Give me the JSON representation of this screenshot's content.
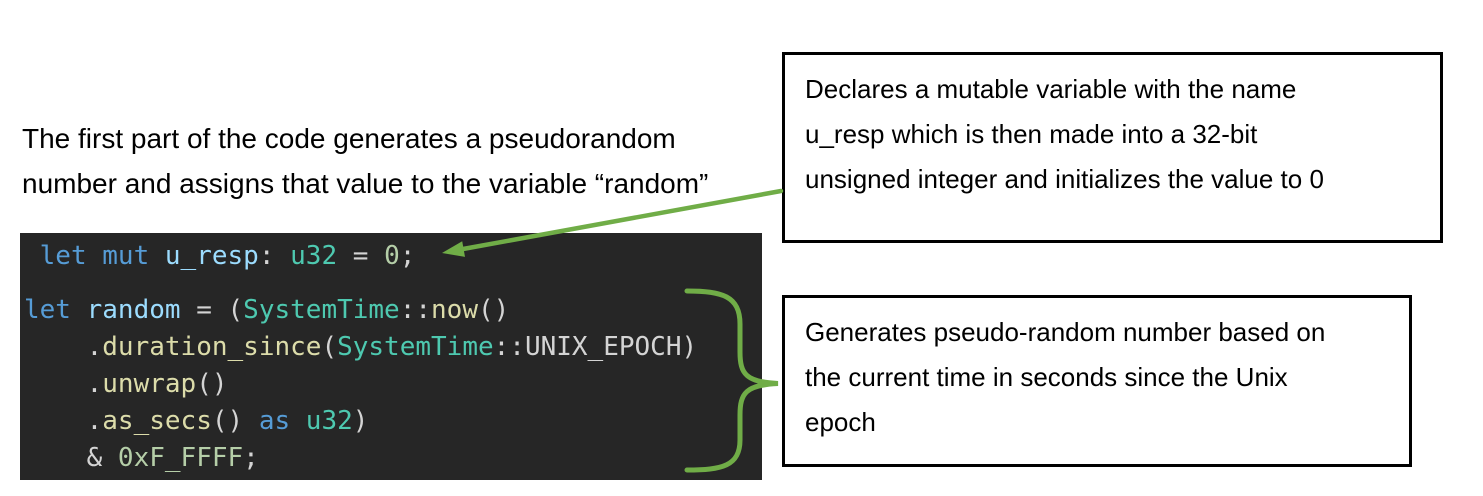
{
  "colors": {
    "accent_green": "#70AD47",
    "code_background": "#262626",
    "box_border": "#000000",
    "page_background": "#FFFFFF",
    "text": "#000000"
  },
  "intro": {
    "text": "The first part of the code generates a pseudorandom\nnumber and assigns that value to the variable “random”"
  },
  "callouts": [
    {
      "text": "Declares a mutable variable with the name\nu_resp which is then made into a 32-bit\nunsigned integer and initializes the value to 0"
    },
    {
      "text": "Generates pseudo-random number based on\nthe current time in seconds since the Unix\nepoch"
    }
  ],
  "code": {
    "language": "rust",
    "token_colors": {
      "keyword": "#569CD6",
      "variable": "#9CDCFE",
      "type": "#4EC9B0",
      "function": "#DCDCAA",
      "number": "#B5CEA8",
      "default": "#D4D4D4"
    },
    "lines": [
      [
        [
          "default",
          " "
        ],
        [
          "keyword",
          "let"
        ],
        [
          "default",
          " "
        ],
        [
          "keyword",
          "mut"
        ],
        [
          "default",
          " "
        ],
        [
          "variable",
          "u_resp"
        ],
        [
          "default",
          ": "
        ],
        [
          "type",
          "u32"
        ],
        [
          "default",
          " = "
        ],
        [
          "number",
          "0"
        ],
        [
          "default",
          ";"
        ]
      ],
      [],
      [
        [
          "keyword",
          "let"
        ],
        [
          "default",
          " "
        ],
        [
          "variable",
          "random"
        ],
        [
          "default",
          " = ("
        ],
        [
          "type",
          "SystemTime"
        ],
        [
          "default",
          "::"
        ],
        [
          "function",
          "now"
        ],
        [
          "default",
          "()"
        ]
      ],
      [
        [
          "default",
          "    ."
        ],
        [
          "function",
          "duration_since"
        ],
        [
          "default",
          "("
        ],
        [
          "type",
          "SystemTime"
        ],
        [
          "default",
          "::UNIX_EPOCH)"
        ]
      ],
      [
        [
          "default",
          "    ."
        ],
        [
          "function",
          "unwrap"
        ],
        [
          "default",
          "()"
        ]
      ],
      [
        [
          "default",
          "    ."
        ],
        [
          "function",
          "as_secs"
        ],
        [
          "default",
          "() "
        ],
        [
          "keyword",
          "as"
        ],
        [
          "default",
          " "
        ],
        [
          "type",
          "u32"
        ],
        [
          "default",
          ")"
        ]
      ],
      [
        [
          "default",
          "    & "
        ],
        [
          "number",
          "0xF_FFFF"
        ],
        [
          "default",
          ";"
        ]
      ]
    ]
  }
}
